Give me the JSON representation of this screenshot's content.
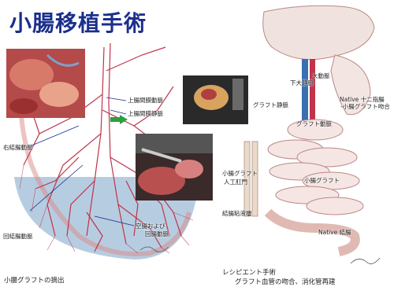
{
  "title": "小腸移植手術",
  "left": {
    "labels": {
      "sma": "上腸間膜動脈",
      "smv": "上腸間膜静脈",
      "right_colic": "右結腸動脈",
      "ileocolic": "回結腸動脈",
      "jejunal_ileal_1": "空腸および",
      "jejunal_ileal_2": "回腸動脈"
    },
    "caption": "小腸グラフトの摘出"
  },
  "right": {
    "labels": {
      "ivc": "下大静脈",
      "aorta": "大動脈",
      "graft_vein": "グラフト静脈",
      "graft_artery": "グラフト動脈",
      "native_duod_1": "Native 十二指腸",
      "native_duod_2": "-小腸グラフト吻合",
      "stoma_1": "小腸グラフト",
      "stoma_2": "人工肛門",
      "colostomy": "結腸粘液瘻",
      "graft": "小腸グラフト",
      "native_colon": "Native 結腸"
    },
    "caption_1": "レシピエント手術",
    "caption_2": "グラフト血管の吻合、消化管再建"
  },
  "colors": {
    "title": "#1b2f8c",
    "mesentery": "#a9c4dc",
    "vessel": "#c0334a",
    "arrow_green": "#2e9e3e"
  }
}
